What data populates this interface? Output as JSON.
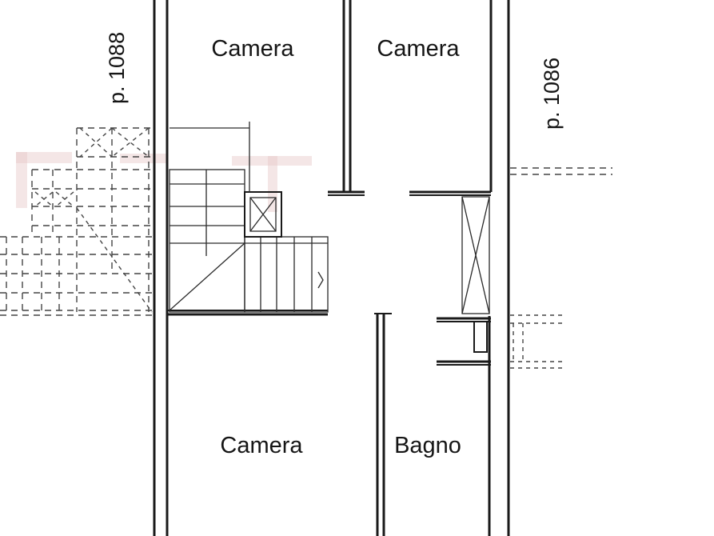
{
  "rooms": {
    "camera_top_left": "Camera",
    "camera_top_right": "Camera",
    "camera_bottom": "Camera",
    "bagno": "Bagno"
  },
  "parcels": {
    "left": "p. 1088",
    "right": "p. 1086"
  }
}
